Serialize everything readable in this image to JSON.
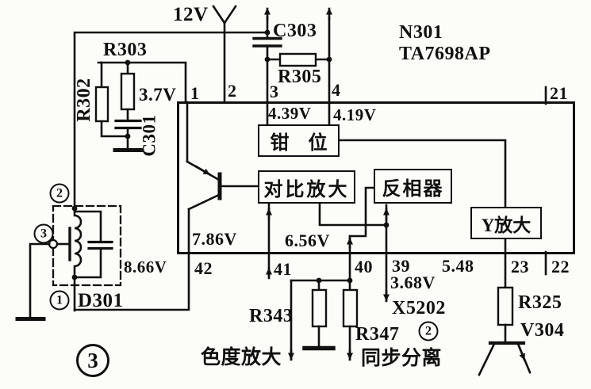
{
  "supply": {
    "label": "12V"
  },
  "ic": {
    "designator": "N301",
    "model": "TA7698AP",
    "blocks": {
      "clamp": "钳　位",
      "contrast_amp": "对比放大",
      "inverter": "反相器",
      "y_amp": "Y放大"
    },
    "pins": {
      "p1": "1",
      "p2": "2",
      "p3": "3",
      "p4": "4",
      "p21": "21",
      "p42": "42",
      "p41": "41",
      "p40": "40",
      "p39": "39",
      "p23": "23",
      "p22": "22"
    }
  },
  "voltages": {
    "pin1": "3.7V",
    "pin3": "4.39V",
    "pin4": "4.19V",
    "pin42_inside": "7.86V",
    "pin40_inside": "6.56V",
    "pin42_outside": "8.66V",
    "pin39_outside": "3.68V",
    "extra": "5.48"
  },
  "components": {
    "r302": "R302",
    "r303": "R303",
    "c301": "C301",
    "c303": "C303",
    "r305": "R305",
    "d301": "D301",
    "x5202": "X5202",
    "r343": "R343",
    "r347": "R347",
    "r325": "R325",
    "v304": "V304"
  },
  "terminals": {
    "d301_top": "2",
    "d301_side": "3",
    "d301_bottom": "1",
    "x5202_pin": "2"
  },
  "outputs": {
    "chroma": "色度放大",
    "sync": "同步分离"
  },
  "figure_number": "3"
}
